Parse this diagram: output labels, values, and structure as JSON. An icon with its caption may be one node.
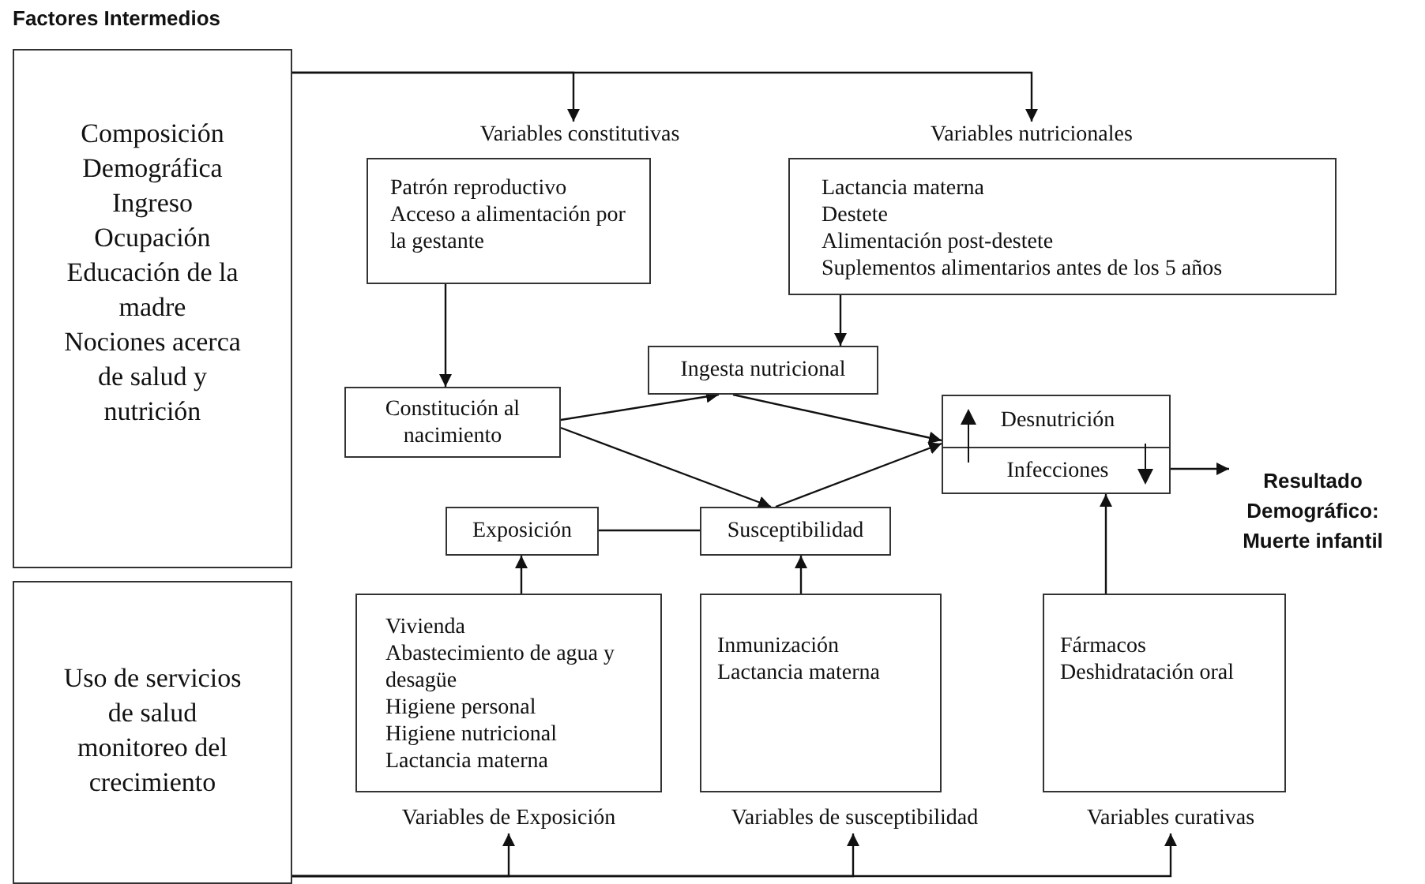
{
  "diagram": {
    "title": "Factores Intermedios",
    "nodes": [
      {
        "text": [
          "Composición Demográfica",
          "Ingreso",
          "Ocupación",
          "Educación de la madre",
          "Nociones acerca de salud y nutrición"
        ]
      },
      {
        "text": [
          "Uso de servicios de salud monitoreo del crecimiento"
        ]
      },
      {
        "text": [
          "Variables constitutivas",
          "Patrón reproductivo",
          "Acceso a alimentación por la gestante"
        ]
      },
      {
        "text": [
          "Variables nutricionales",
          "Lactancia materna",
          "Destete",
          "Alimentación post-destete",
          "Suplementos alimentarios antes de los 5 años"
        ]
      },
      {
        "text": [
          "Constitución al nacimiento"
        ]
      },
      {
        "text": [
          "Ingesta nutricional"
        ]
      },
      {
        "text": [
          "Desnutrición",
          "Infecciones"
        ]
      },
      {
        "text": [
          "Resultado Demográfico: Muerte infantil"
        ]
      },
      {
        "text": [
          "Exposición"
        ]
      },
      {
        "text": [
          "Susceptibilidad"
        ]
      },
      {
        "text": [
          "Vivienda",
          "Abastecimiento de agua y desagüe",
          "Higiene personal",
          "Higiene nutricional",
          "Lactancia materna",
          "Variables de Exposición"
        ]
      },
      {
        "text": [
          "Inmunización",
          "Lactancia materna",
          "Variables de susceptibilidad"
        ]
      },
      {
        "text": [
          "Fármacos",
          "Deshidratación oral",
          "Variables curativas"
        ]
      }
    ],
    "edges": [
      {
        "from": 0,
        "to": 2,
        "arrow": "to"
      },
      {
        "from": 0,
        "to": 3,
        "arrow": "to"
      },
      {
        "from": 2,
        "to": 4,
        "arrow": "to"
      },
      {
        "from": 3,
        "to": 5,
        "arrow": "to"
      },
      {
        "from": 4,
        "to": 5,
        "arrow": "to"
      },
      {
        "from": 4,
        "to": 9,
        "arrow": "to"
      },
      {
        "from": 5,
        "to": 6,
        "arrow": "to"
      },
      {
        "from": 9,
        "to": 6,
        "arrow": "to"
      },
      {
        "from": 8,
        "to": 9,
        "arrow": "none"
      },
      {
        "from": 10,
        "to": 8,
        "arrow": "to"
      },
      {
        "from": 11,
        "to": 9,
        "arrow": "to"
      },
      {
        "from": 12,
        "to": 6,
        "arrow": "to"
      },
      {
        "from": 6,
        "to": 7,
        "arrow": "to"
      },
      {
        "from": 1,
        "to": 10,
        "arrow": "to"
      },
      {
        "from": 1,
        "to": 11,
        "arrow": "to"
      },
      {
        "from": 1,
        "to": 12,
        "arrow": "to"
      }
    ]
  }
}
